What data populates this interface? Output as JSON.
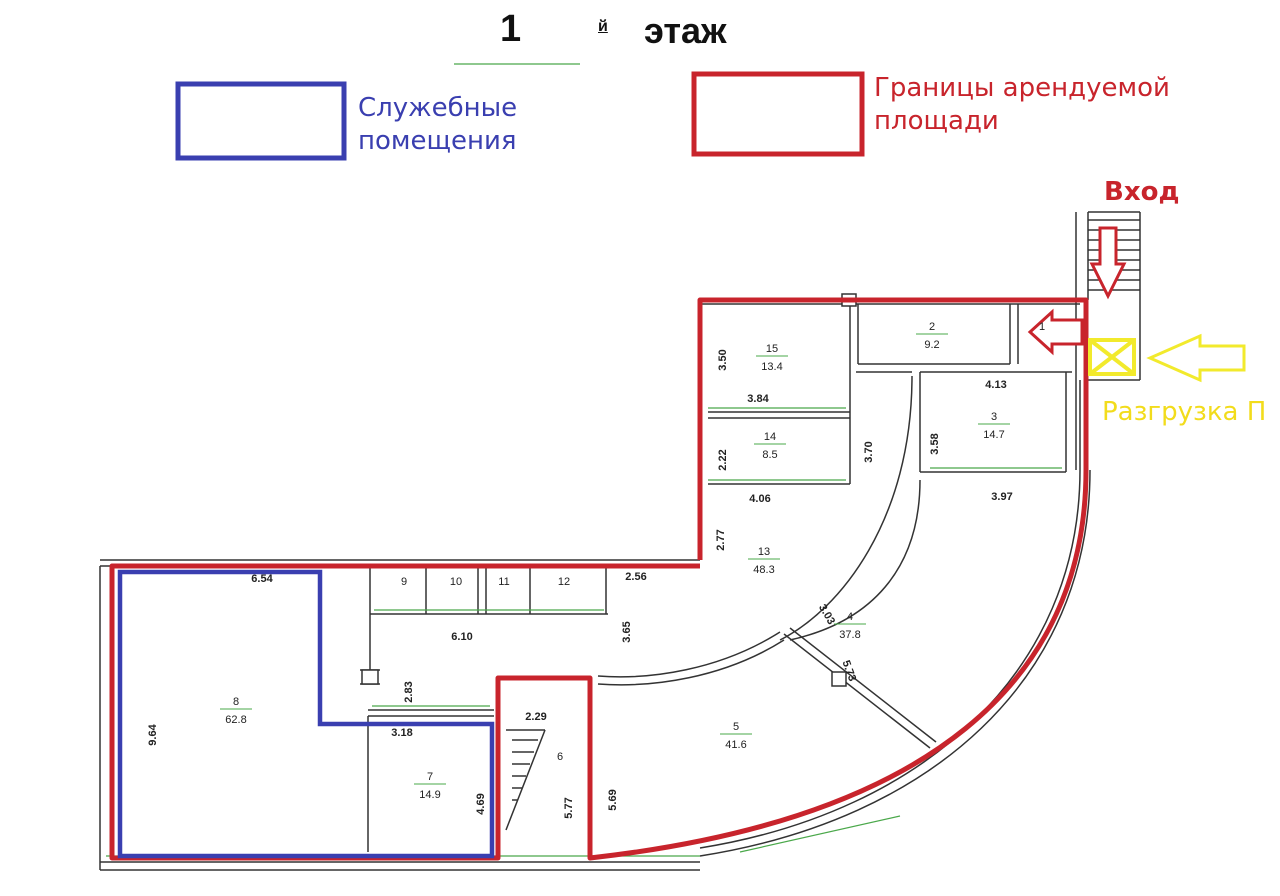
{
  "header": {
    "floor_number": "1",
    "floor_suffix": "й",
    "floor_word": "этаж"
  },
  "legend": {
    "service_rooms_label": "Служебные\nпомещения",
    "service_rooms_color": "#3a3fb0",
    "rental_boundary_label": "Границы арендуемой\nплощади",
    "rental_boundary_color": "#c8242c"
  },
  "annotations": {
    "entrance": "Вход",
    "unloading": "Разгрузка П",
    "unloading_color": "#f2ea2c",
    "entrance_arrow_color": "#c8242c"
  },
  "rooms": [
    {
      "id": "room-1",
      "number": "1",
      "area": ""
    },
    {
      "id": "room-2",
      "number": "2",
      "area": "9.2"
    },
    {
      "id": "room-3",
      "number": "3",
      "area": "14.7"
    },
    {
      "id": "room-4",
      "number": "4",
      "area": "37.8"
    },
    {
      "id": "room-5",
      "number": "5",
      "area": "41.6"
    },
    {
      "id": "room-6",
      "number": "6",
      "area": ""
    },
    {
      "id": "room-7",
      "number": "7",
      "area": "14.9"
    },
    {
      "id": "room-8",
      "number": "8",
      "area": "62.8"
    },
    {
      "id": "room-9",
      "number": "9",
      "area": ""
    },
    {
      "id": "room-10",
      "number": "10",
      "area": ""
    },
    {
      "id": "room-11",
      "number": "11",
      "area": ""
    },
    {
      "id": "room-12",
      "number": "12",
      "area": ""
    },
    {
      "id": "room-13",
      "number": "13",
      "area": "48.3"
    },
    {
      "id": "room-14",
      "number": "14",
      "area": "8.5"
    },
    {
      "id": "room-15",
      "number": "15",
      "area": "13.4"
    }
  ],
  "dimensions": [
    "3.50",
    "3.84",
    "2.22",
    "4.06",
    "3.70",
    "3.58",
    "4.13",
    "3.97",
    "2.77",
    "2.56",
    "6.54",
    "6.10",
    "3.65",
    "3.03",
    "5.73",
    "2.83",
    "2.29",
    "3.18",
    "9.64",
    "4.69",
    "5.77",
    "5.69"
  ]
}
